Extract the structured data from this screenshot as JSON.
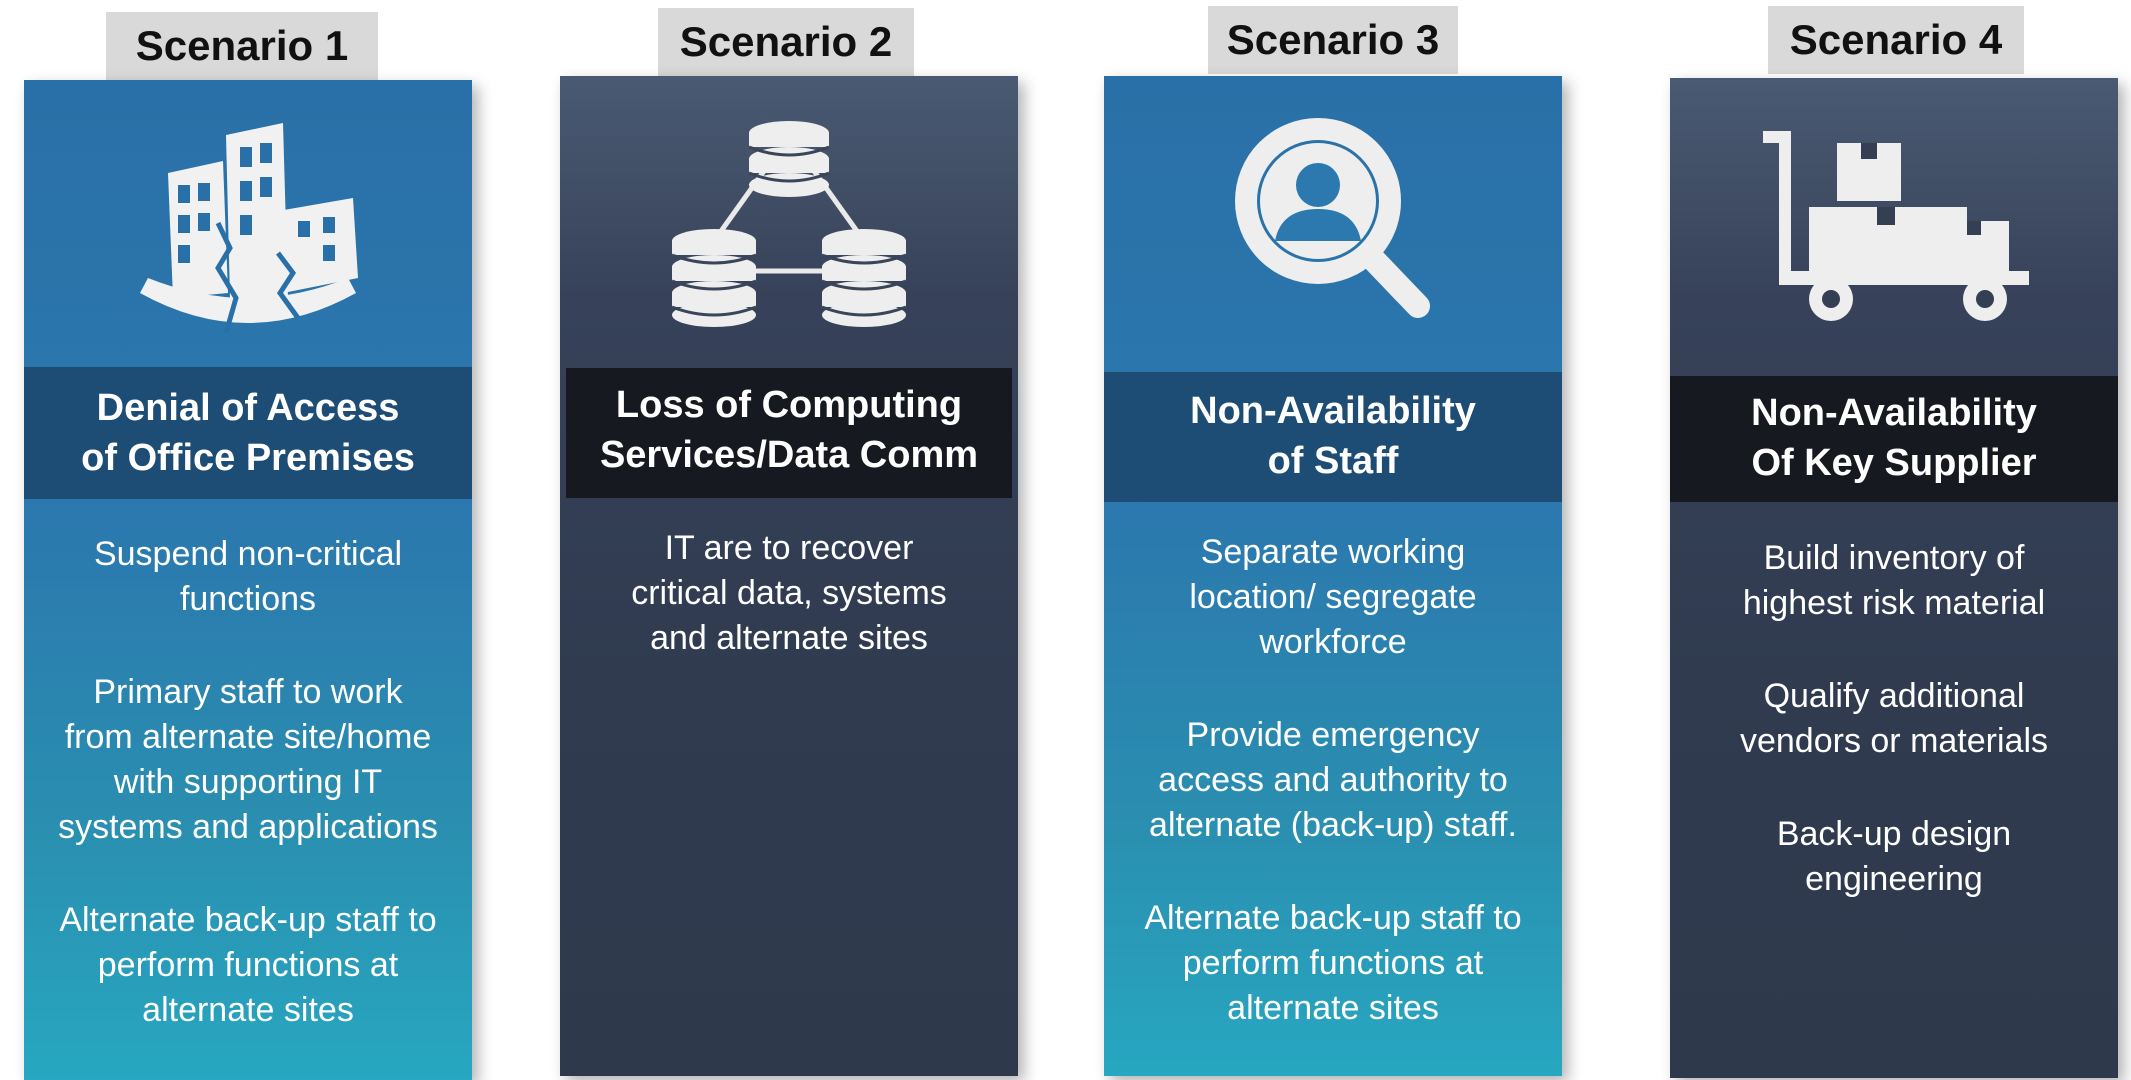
{
  "scenarios": [
    {
      "tab": "Scenario 1",
      "icon": "damaged-building-icon",
      "title_lines": [
        "Denial of Access",
        "of Office Premises"
      ],
      "items": [
        [
          "Suspend non-critical",
          "functions"
        ],
        [
          "Primary staff to work",
          "from alternate site/home",
          "with supporting IT",
          "systems and applications"
        ],
        [
          "Alternate back-up staff to",
          "perform functions at",
          "alternate sites"
        ]
      ]
    },
    {
      "tab": "Scenario 2",
      "icon": "database-network-icon",
      "title_lines": [
        "Loss of Computing",
        "Services/Data Comm"
      ],
      "items": [
        [
          "IT are to recover",
          "critical data, systems",
          "and alternate sites"
        ]
      ]
    },
    {
      "tab": "Scenario 3",
      "icon": "staff-search-icon",
      "title_lines": [
        "Non-Availability",
        "of Staff"
      ],
      "items": [
        [
          "Separate working",
          "location/ segregate",
          "workforce"
        ],
        [
          "Provide emergency",
          "access and authority to",
          "alternate (back-up) staff."
        ],
        [
          "Alternate back-up staff to",
          "perform functions at",
          "alternate sites"
        ]
      ]
    },
    {
      "tab": "Scenario 4",
      "icon": "hand-truck-boxes-icon",
      "title_lines": [
        "Non-Availability",
        "Of Key Supplier"
      ],
      "items": [
        [
          "Build inventory of",
          "highest risk material"
        ],
        [
          "Qualify additional",
          "vendors or materials"
        ],
        [
          "Back-up design",
          "engineering"
        ]
      ]
    }
  ]
}
